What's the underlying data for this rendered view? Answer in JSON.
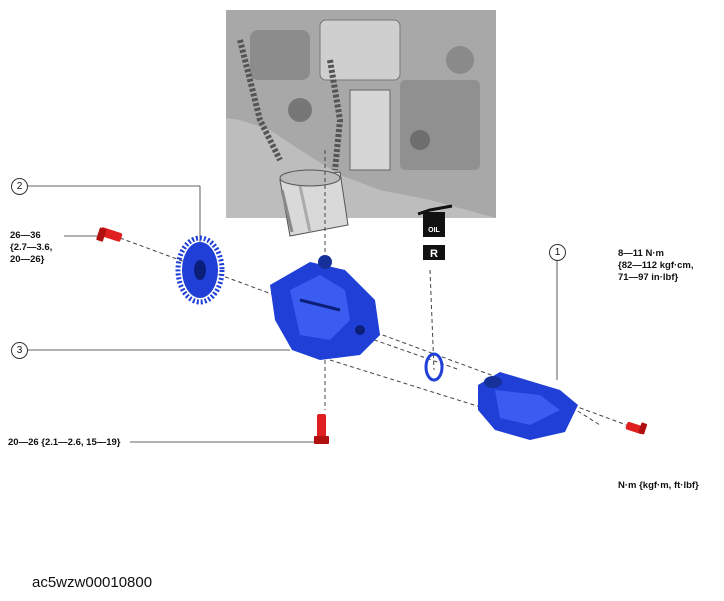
{
  "callouts": {
    "c1": "1",
    "c2": "2",
    "c3": "3"
  },
  "torque": {
    "bolt_upper_left_line1": "26—36",
    "bolt_upper_left_line2": "{2.7—3.6,",
    "bolt_upper_left_line3": "20—26}",
    "bolt_right_line1": "8—11 N·m",
    "bolt_right_line2": "{82—112 kgf·cm,",
    "bolt_right_line3": "71—97 in·lbf}",
    "bolt_lower": "20—26 {2.1—2.6, 15—19}"
  },
  "units_note": "N·m {kgf·m, ft·lbf}",
  "oil_symbol": {
    "top": "OIL",
    "bottom": "R"
  },
  "image_code": "ac5wzw00010800",
  "colors": {
    "part_blue": "#1f3fd6",
    "bolt_red": "#e02020",
    "engine_gray": "#9a9a9a"
  }
}
